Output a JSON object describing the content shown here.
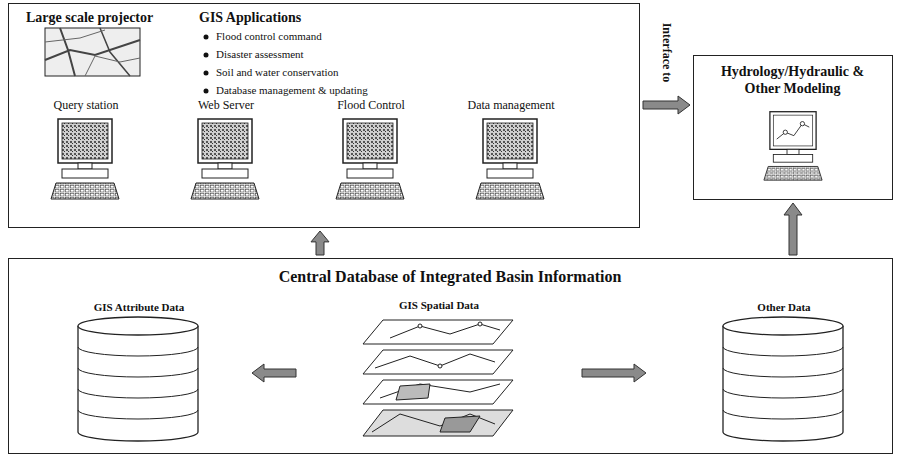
{
  "diagram": {
    "nodes": [
      {
        "text": [
          "Large scale projector",
          "GIS Applications",
          "Flood control command",
          "Disaster assessment",
          "Soil and water conservation",
          "Database management & updating",
          "Query station",
          "Web Server",
          "Flood Control",
          "Data management"
        ]
      },
      {
        "text": [
          "Hydrology/Hydraulic & Other Modeling"
        ]
      },
      {
        "text": [
          "Central Database of Integrated Basin Information"
        ]
      },
      {
        "text": [
          "GIS Attribute Data"
        ],
        "in": 2
      },
      {
        "text": [
          "GIS Spatial Data"
        ],
        "in": 2
      },
      {
        "text": [
          "Other Data"
        ],
        "in": 2
      }
    ],
    "edges": [
      {
        "from": 0,
        "to": 1,
        "arrow": "to",
        "label": "Interface to"
      },
      {
        "from": 2,
        "to": 0,
        "arrow": "to"
      },
      {
        "from": 2,
        "to": 1,
        "arrow": "to"
      },
      {
        "from": 4,
        "to": 3,
        "arrow": "to"
      },
      {
        "from": 4,
        "to": 5,
        "arrow": "to"
      }
    ]
  }
}
